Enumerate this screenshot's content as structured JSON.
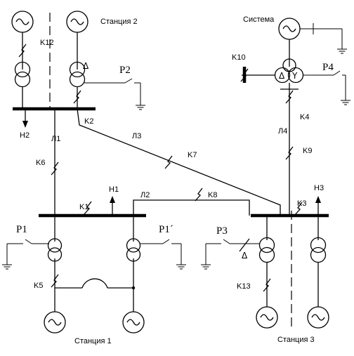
{
  "stations": {
    "station1": "Станция 1",
    "station2": "Станция 2",
    "station3": "Станция 3",
    "system": "Система"
  },
  "relays": {
    "p1": "P1",
    "p1_prime": "P1´",
    "p2": "P2",
    "p3": "P3",
    "p4": "P4"
  },
  "faults": {
    "k1": "K1",
    "k2": "K2",
    "k3": "K3",
    "k4": "K4",
    "k5": "K5",
    "k6": "K6",
    "k7": "K7",
    "k8": "K8",
    "k9": "K9",
    "k10": "K10",
    "k12": "K12",
    "k13": "K13"
  },
  "lines": {
    "l1": "Л1",
    "l2": "Л2",
    "l3": "Л3",
    "l4": "Л4"
  },
  "loads": {
    "h1": "H1",
    "h2": "H2",
    "h3": "H3"
  },
  "winding_symbols": {
    "delta": "Δ",
    "wye": "Y"
  }
}
